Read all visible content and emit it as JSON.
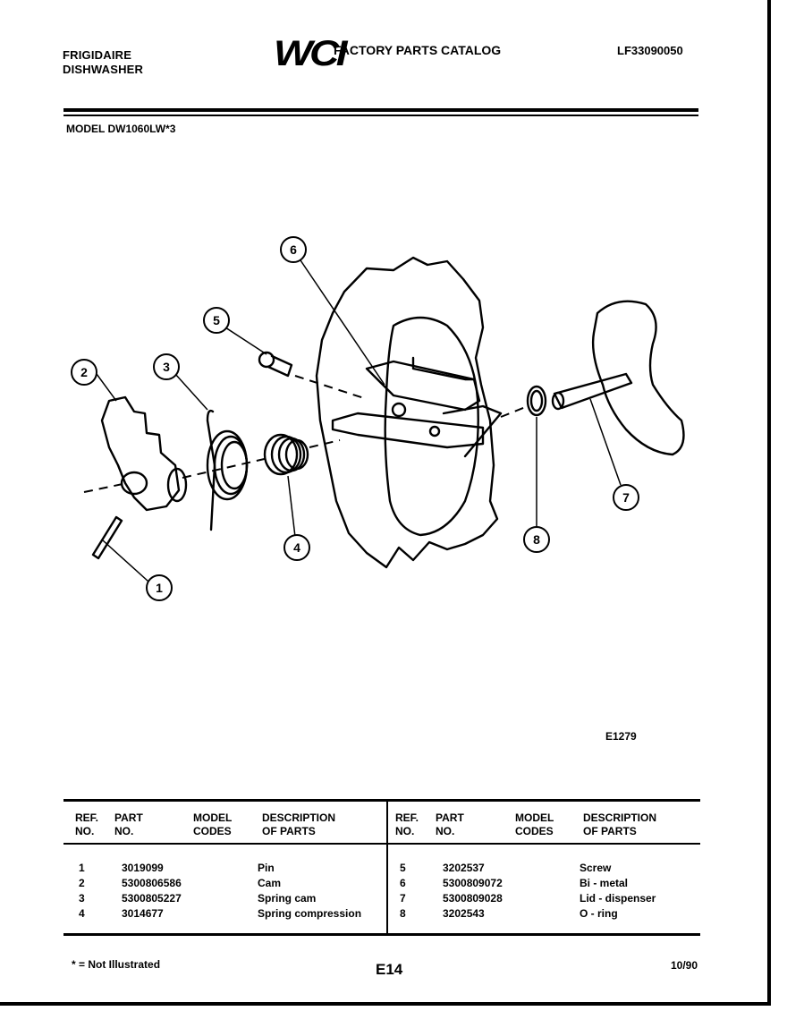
{
  "header": {
    "brand_line1": "FRIGIDAIRE",
    "brand_line2": "DISHWASHER",
    "logo": "WCI",
    "catalog_title": "FACTORY PARTS CATALOG",
    "catalog_code": "LF33090050",
    "model_label": "MODEL DW1060LW*3"
  },
  "diagram": {
    "figure_id": "E1279",
    "callouts": [
      "1",
      "2",
      "3",
      "4",
      "5",
      "6",
      "7",
      "8"
    ]
  },
  "table": {
    "headers": {
      "ref_1": "REF.",
      "ref_2": "NO.",
      "part_1": "PART",
      "part_2": "NO.",
      "model_1": "MODEL",
      "model_2": "CODES",
      "desc_1": "DESCRIPTION",
      "desc_2": "OF PARTS"
    },
    "left_rows": [
      {
        "ref": "1",
        "part": "3019099",
        "codes": "",
        "desc": "Pin"
      },
      {
        "ref": "2",
        "part": "5300806586",
        "codes": "",
        "desc": "Cam"
      },
      {
        "ref": "3",
        "part": "5300805227",
        "codes": "",
        "desc": "Spring cam"
      },
      {
        "ref": "4",
        "part": "3014677",
        "codes": "",
        "desc": "Spring compression"
      }
    ],
    "right_rows": [
      {
        "ref": "5",
        "part": "3202537",
        "codes": "",
        "desc": "Screw"
      },
      {
        "ref": "6",
        "part": "5300809072",
        "codes": "",
        "desc": "Bi - metal"
      },
      {
        "ref": "7",
        "part": "5300809028",
        "codes": "",
        "desc": "Lid - dispenser"
      },
      {
        "ref": "8",
        "part": "3202543",
        "codes": "",
        "desc": "O - ring"
      }
    ]
  },
  "footer": {
    "footnote": "* = Not Illustrated",
    "page": "E14",
    "date": "10/90"
  }
}
